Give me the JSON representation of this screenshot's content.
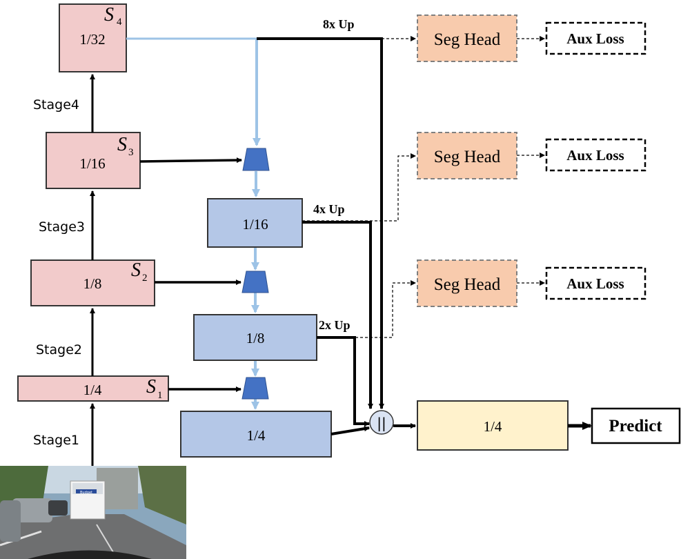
{
  "colors": {
    "backbone_fill": "#f2cbcb",
    "decoder_fill": "#b4c7e7",
    "head_fill": "#f8cbad",
    "fuse_fill": "#fff2cc",
    "light_arrow": "#9dc3e6",
    "trapezoid": "#4472c4",
    "stroke": "#000000"
  },
  "backbone": {
    "s4": {
      "ratio": "1/32",
      "symbol": "S",
      "index": "4"
    },
    "s3": {
      "ratio": "1/16",
      "symbol": "S",
      "index": "3"
    },
    "s2": {
      "ratio": "1/8",
      "symbol": "S",
      "index": "2"
    },
    "s1": {
      "ratio": "1/4",
      "symbol": "S",
      "index": "1"
    },
    "stages": [
      "Stage1",
      "Stage2",
      "Stage3",
      "Stage4"
    ]
  },
  "decoder": {
    "d16": "1/16",
    "d8": "1/8",
    "d4": "1/4"
  },
  "upsample": {
    "up8": "8x Up",
    "up4": "4x Up",
    "up2": "2x Up"
  },
  "heads": {
    "seg_head": "Seg Head",
    "aux_loss": "Aux Loss"
  },
  "fusion": {
    "concat_symbol": "||",
    "output_ratio": "1/4",
    "predict": "Predict"
  },
  "input_image": {
    "van_text": "Budget"
  }
}
